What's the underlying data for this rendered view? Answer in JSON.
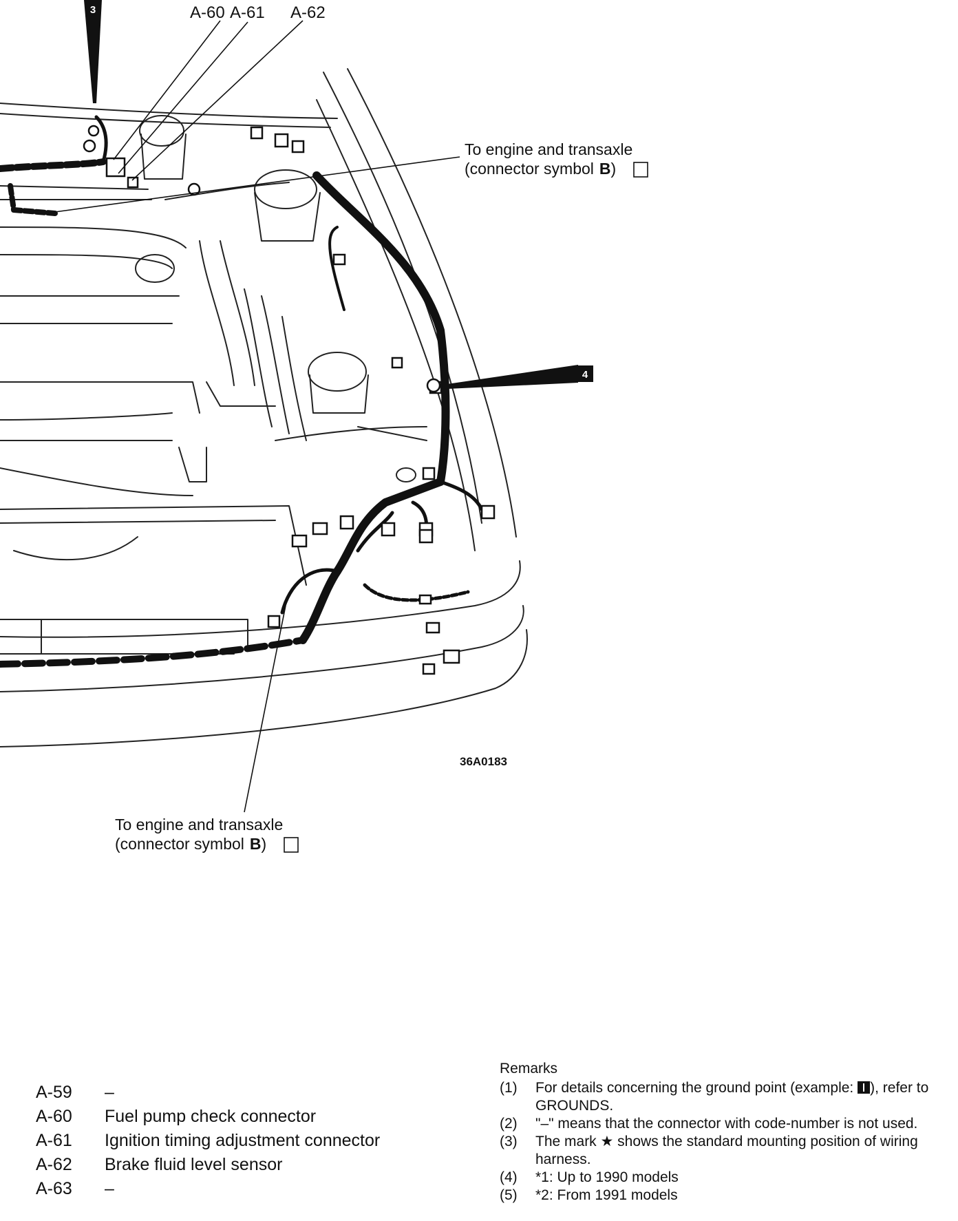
{
  "diagram": {
    "connector_labels": [
      "A-60",
      "A-61",
      "A-62"
    ],
    "ground_badge_left": "3",
    "ground_badge_right": "4",
    "callout_top": {
      "line1": "To engine and transaxle",
      "line2": "(connector symbol",
      "symbol": "B",
      "close": ")"
    },
    "callout_bottom": {
      "line1": "To engine and transaxle",
      "line2": "(connector symbol",
      "symbol": "B",
      "close": ")"
    },
    "figure_code": "36A0183"
  },
  "legend": [
    {
      "code": "A-59",
      "desc": "–"
    },
    {
      "code": "A-60",
      "desc": "Fuel pump check connector"
    },
    {
      "code": "A-61",
      "desc": "Ignition timing adjustment connector"
    },
    {
      "code": "A-62",
      "desc": "Brake fluid level sensor"
    },
    {
      "code": "A-63",
      "desc": "–"
    }
  ],
  "remarks": {
    "title": "Remarks",
    "items": [
      {
        "num": "(1)",
        "text_before": "For details concerning the ground point (example: ",
        "text_after": "), refer to GROUNDS."
      },
      {
        "num": "(2)",
        "text": "\"–\" means that the connector with code-number is not used."
      },
      {
        "num": "(3)",
        "text": "The mark ★ shows the standard mounting position of wiring harness."
      },
      {
        "num": "(4)",
        "text": "*1: Up to 1990 models"
      },
      {
        "num": "(5)",
        "text": "*2: From 1991 models"
      }
    ]
  }
}
